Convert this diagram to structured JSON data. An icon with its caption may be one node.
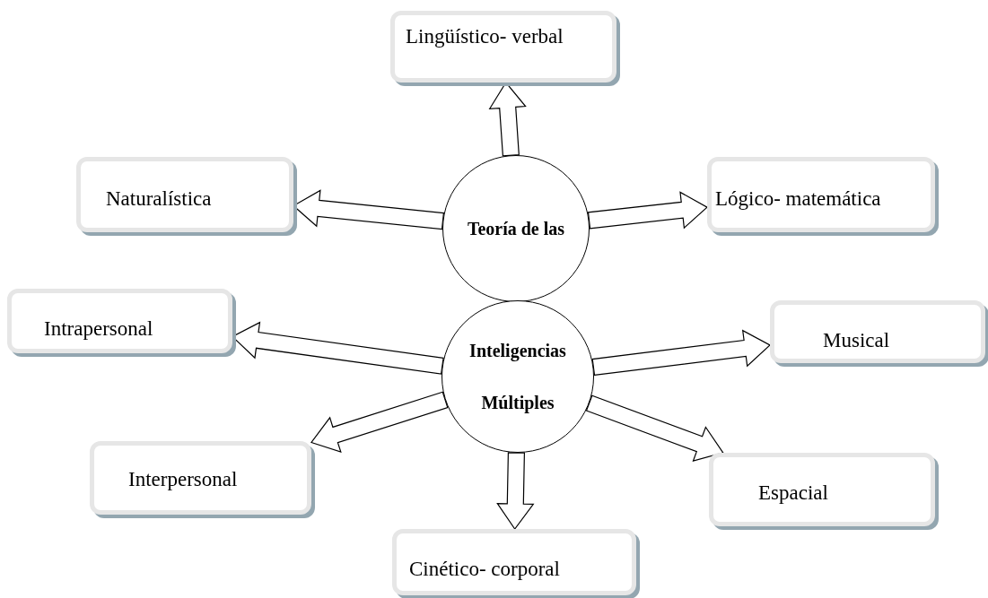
{
  "diagram": {
    "nodes": [
      {
        "text": [
          "Lingüístico- verbal"
        ]
      },
      {
        "text": [
          "Naturalística"
        ]
      },
      {
        "text": [
          "Teoría de las"
        ]
      },
      {
        "text": [
          "Lógico- matemática"
        ]
      },
      {
        "text": [
          "Intrapersonal"
        ]
      },
      {
        "text": [
          "Inteligencias Múltiples"
        ]
      },
      {
        "text": [
          "Musical"
        ]
      },
      {
        "text": [
          "Interpersonal"
        ]
      },
      {
        "text": [
          "Espacial"
        ]
      },
      {
        "text": [
          "Cinético- corporal"
        ]
      }
    ],
    "edges": [
      {
        "from": 2,
        "to": 0,
        "arrow": "to"
      },
      {
        "from": 2,
        "to": 1,
        "arrow": "to"
      },
      {
        "from": 2,
        "to": 3,
        "arrow": "to"
      },
      {
        "from": 5,
        "to": 4,
        "arrow": "to"
      },
      {
        "from": 5,
        "to": 6,
        "arrow": "to"
      },
      {
        "from": 5,
        "to": 7,
        "arrow": "to"
      },
      {
        "from": 5,
        "to": 8,
        "arrow": "to"
      },
      {
        "from": 5,
        "to": 9,
        "arrow": "to"
      }
    ]
  }
}
